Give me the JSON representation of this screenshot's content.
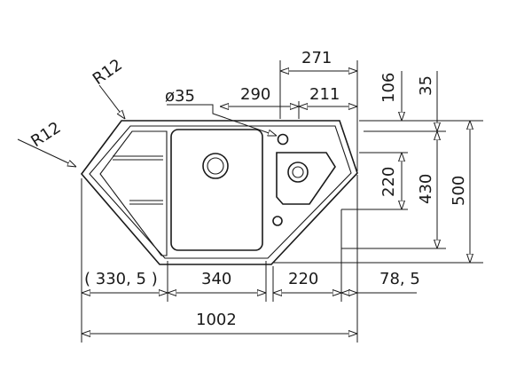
{
  "labels": {
    "r12_top": "R12",
    "r12_left": "R12",
    "hole_dia": "ø35",
    "d290": "290",
    "d211": "211",
    "d271": "271",
    "d106": "106",
    "d35": "35",
    "d220v": "220",
    "d430": "430",
    "d500": "500",
    "d330": "( 330, 5 )",
    "d340": "340",
    "d220h": "220",
    "d78": "78, 5",
    "d1002": "1002"
  }
}
